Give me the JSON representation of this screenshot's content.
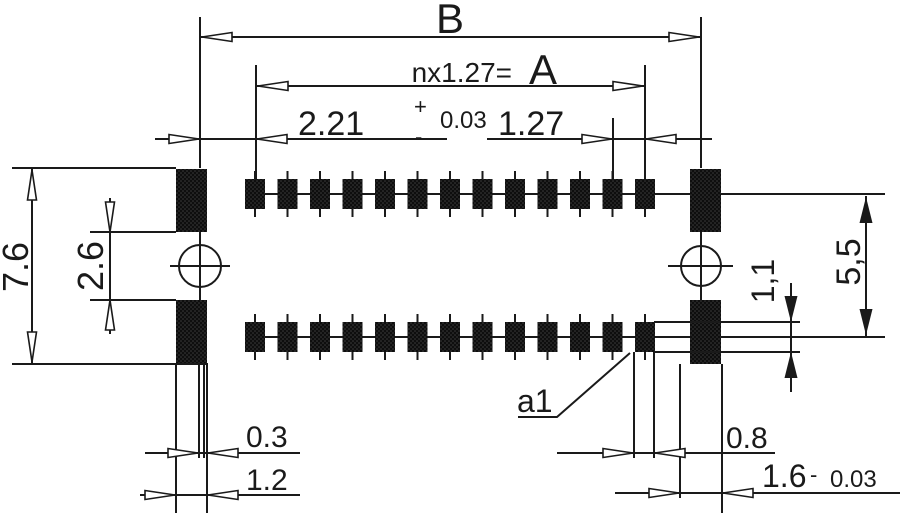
{
  "drawing": {
    "type": "technical-dimension-drawing",
    "description": "SMD connector PCB footprint with two rows of contact pads, side mounting pads and locating holes",
    "pad_count_per_row": 13,
    "row_count": 2,
    "line_color": "#1a1a1a",
    "background": "#ffffff",
    "pad_fill": "stippled-black"
  },
  "dimensions": {
    "overall_width": {
      "label": "B"
    },
    "contact_span": {
      "prefix": "nx1.27=",
      "label": "A"
    },
    "end_pad_offset": {
      "value": "2.21",
      "tol_plus_sign": "+",
      "tol_minus_sign": "-",
      "tol_value": "0.03"
    },
    "pitch": {
      "value": "1.27"
    },
    "outer_height": {
      "value": "7.6"
    },
    "inner_gap": {
      "value": "2.6"
    },
    "slot_width": {
      "value": "0.3"
    },
    "side_pad_width_left": {
      "value": "1.2"
    },
    "contact_pad_width": {
      "value": "0.8"
    },
    "side_pad_width_right": {
      "value": "1.6",
      "tol_sign": "-",
      "tol_value": "0.03"
    },
    "contact_pad_height": {
      "value": "1,1"
    },
    "row_offset": {
      "value": "5,5"
    },
    "first_pin": {
      "value": "a1"
    }
  }
}
